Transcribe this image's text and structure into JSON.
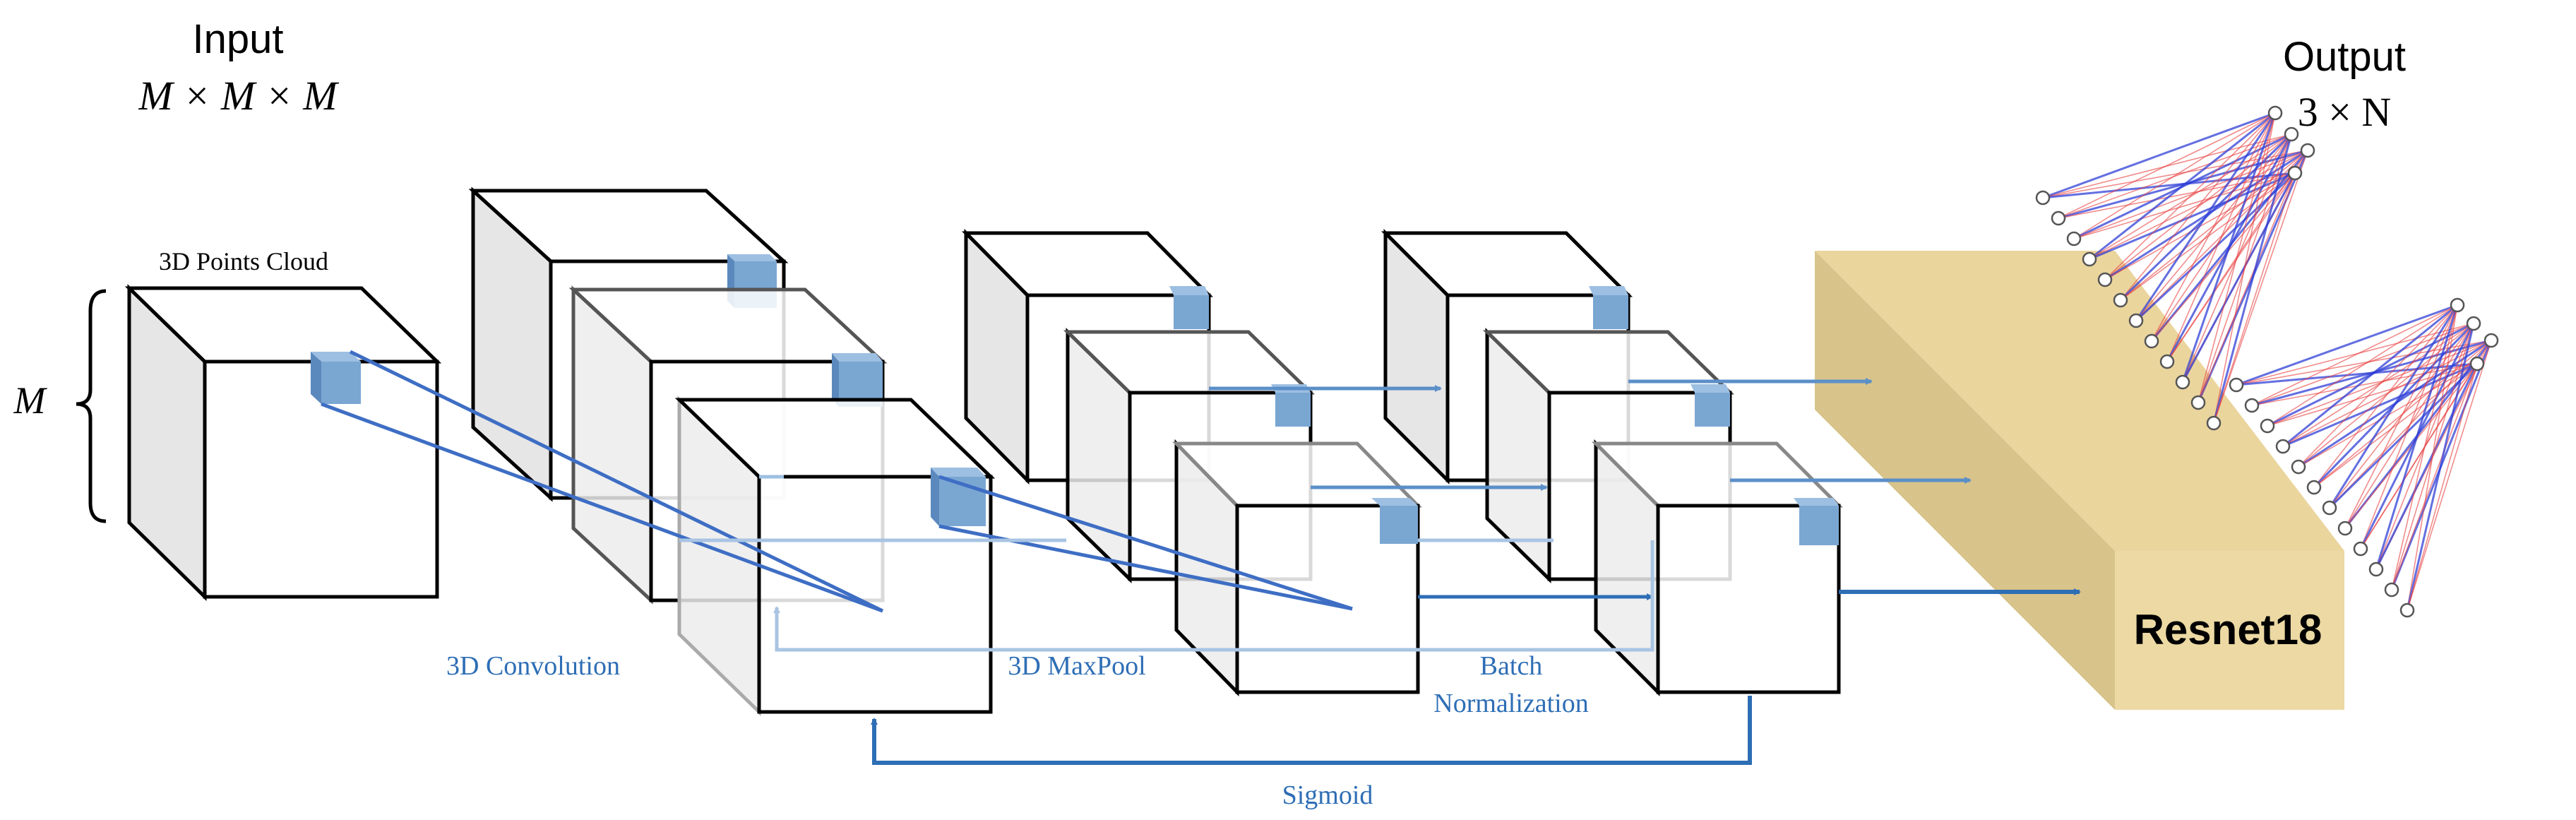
{
  "labels": {
    "input_title": "Input",
    "input_dims": "M × M × M",
    "m_label": "M",
    "points_cloud": "3D Points Cloud",
    "conv": "3D Convolution",
    "maxpool": "3D MaxPool",
    "batch_norm_line1": "Batch",
    "batch_norm_line2": "Normalization",
    "sigmoid": "Sigmoid",
    "resnet": "Resnet18",
    "output_title": "Output",
    "output_dims": "3 × N"
  },
  "colors": {
    "outline": "#000000",
    "face": "#ffffff",
    "side": "#e6e6e6",
    "kernel": "#7aa6d2",
    "kernel_side": "#5b89bd",
    "arrow_dark": "#2e6eb5",
    "arrow_mid": "#5b8fc8",
    "arrow_light": "#a9c4e3",
    "label_blue": "#2e6eb5",
    "resnet_front": "#ebd9a3",
    "resnet_side": "#d8c48a",
    "resnet_top": "#e8d49c",
    "net_red": "#e8403f",
    "net_blue": "#2f3fd6"
  }
}
